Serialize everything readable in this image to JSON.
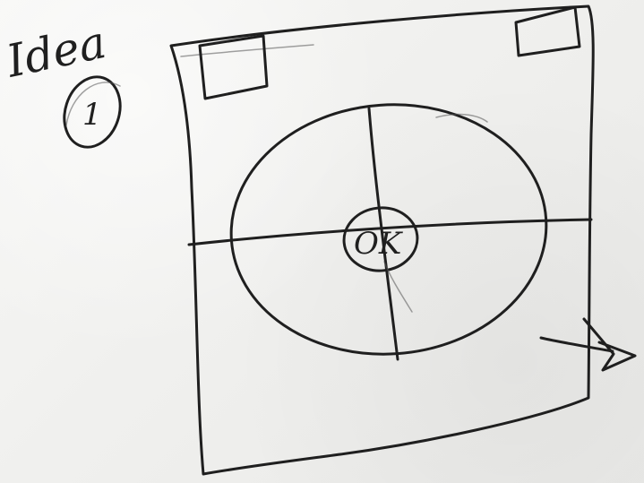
{
  "sketch": {
    "title": "Idea",
    "number": "1",
    "center_button_label": "OK"
  }
}
